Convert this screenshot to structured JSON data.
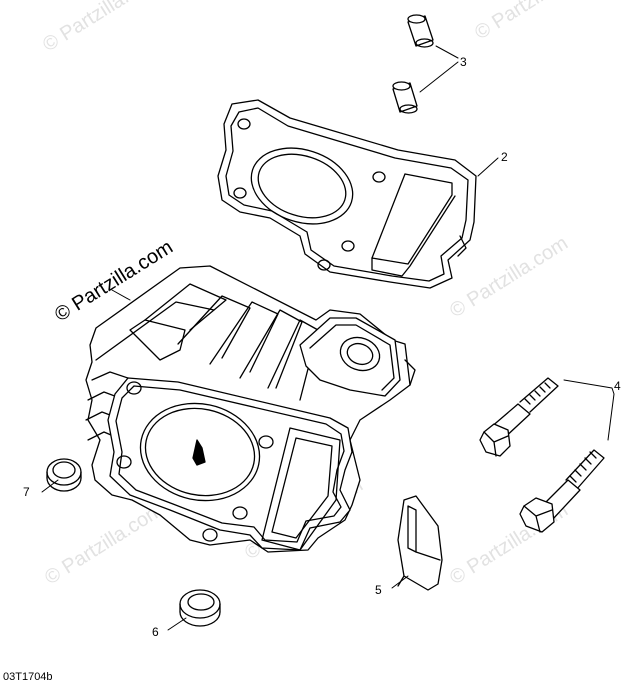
{
  "diagram": {
    "drawing_code": "03T1704b",
    "watermark_text": "© Partzilla.com",
    "callouts": [
      {
        "id": "3",
        "label": "3"
      },
      {
        "id": "2",
        "label": "2"
      },
      {
        "id": "4",
        "label": "4"
      },
      {
        "id": "7",
        "label": "7"
      },
      {
        "id": "5",
        "label": "5"
      },
      {
        "id": "6",
        "label": "6"
      }
    ]
  }
}
